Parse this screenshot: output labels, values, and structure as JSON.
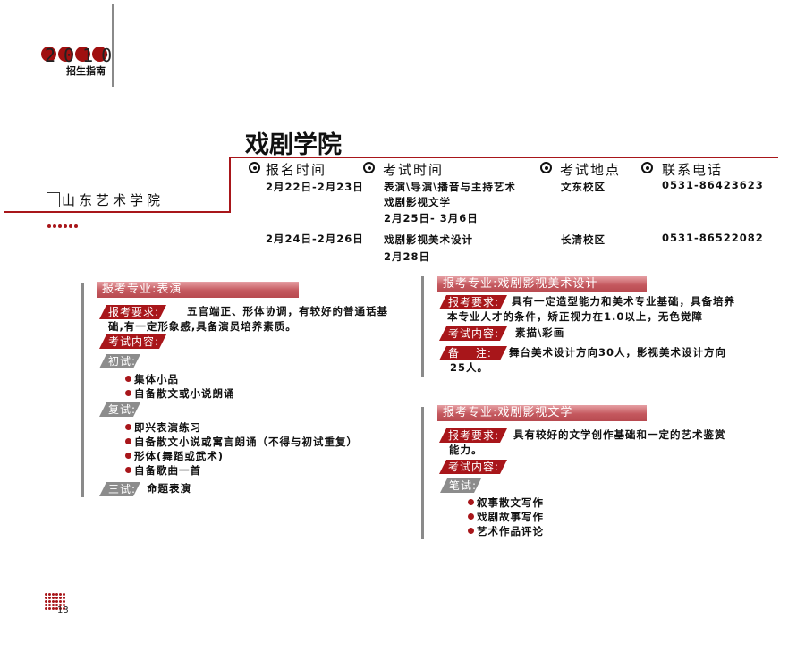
{
  "brand": {
    "year": "2010",
    "subtitle": "招生指南",
    "school_logo": "山东艺术学院"
  },
  "colors": {
    "accent": "#a8161a",
    "grey": "#8c8c8c"
  },
  "title": "戏剧学院",
  "schedule": {
    "headers": [
      "报名时间",
      "考试时间",
      "考试地点",
      "联系电话"
    ],
    "rows": [
      {
        "reg": "2月22日-2月23日",
        "majors": [
          "表演\\导演\\播音与主持艺术",
          "戏剧影视文学"
        ],
        "exam_date": "2月25日- 3月6日",
        "place": "文东校区",
        "phone": "0531-86423623"
      },
      {
        "reg": "2月24日-2月26日",
        "majors": [
          "戏剧影视美术设计"
        ],
        "exam_date": "2月28日",
        "place": "长清校区",
        "phone": "0531-86522082"
      }
    ]
  },
  "sections": {
    "acting": {
      "header": "报考专业:表演",
      "req_tag": "报考要求:",
      "req": "五官端正、形体协调，有较好的普通话基础,有一定形象感,具备演员培养素质。",
      "content_tag": "考试内容:",
      "round1_tag": "初试:",
      "round1": [
        "集体小品",
        "自备散文或小说朗诵"
      ],
      "round2_tag": "复试:",
      "round2": [
        "即兴表演练习",
        "自备散文小说或寓言朗诵（不得与初试重复）",
        "形体(舞蹈或武术)",
        "自备歌曲一首"
      ],
      "round3_tag": "三试:",
      "round3": "命题表演"
    },
    "art": {
      "header": "报考专业:戏剧影视美术设计",
      "req_tag": "报考要求:",
      "req": "具有一定造型能力和美术专业基础，具备培养本专业人才的条件，矫正视力在1.0以上，无色觉障",
      "content_tag": "考试内容:",
      "content": "素描\\彩画",
      "note_tag": "备　 注:",
      "note": "舞台美术设计方向30人，影视美术设计方向25人。"
    },
    "lit": {
      "header": "报考专业:戏剧影视文学",
      "req_tag": "报考要求:",
      "req": "具有较好的文学创作基础和一定的艺术鉴赏能力。",
      "content_tag": "考试内容:",
      "written_tag": "笔试:",
      "written": [
        "叙事散文写作",
        "戏剧故事写作",
        "艺术作品评论"
      ]
    }
  },
  "page_number": "13"
}
